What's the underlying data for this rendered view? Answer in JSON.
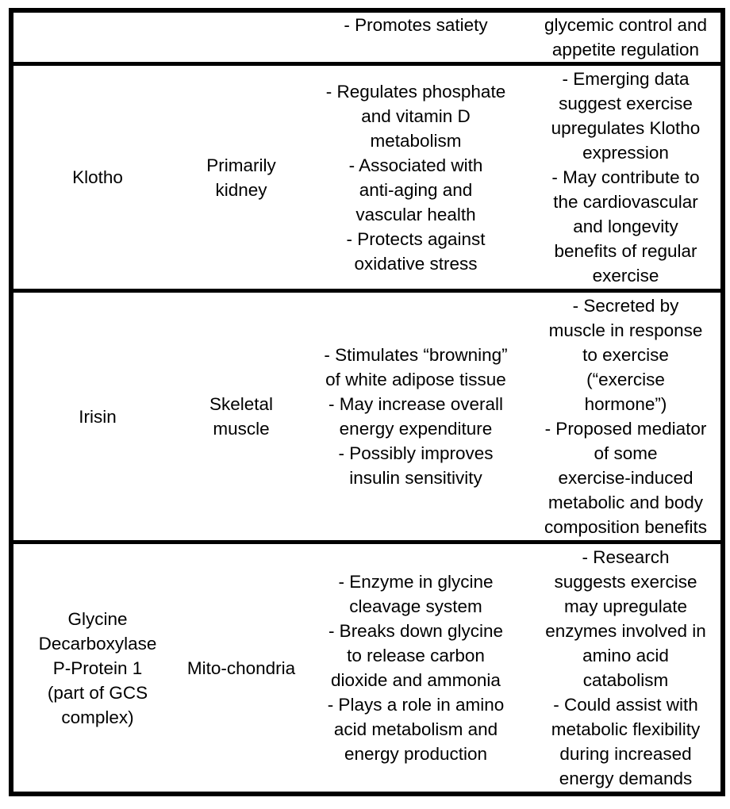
{
  "table": {
    "description_rows": [
      {
        "cells": {
          "name": "",
          "tissue": "",
          "functions": "- Promotes satiety",
          "exercise": "glycemic control and\nappetite regulation"
        }
      },
      {
        "cells": {
          "name": "Klotho",
          "tissue": "Primarily\nkidney",
          "functions": "- Regulates phosphate\nand vitamin D\nmetabolism\n- Associated with\nanti-aging and\nvascular health\n- Protects against\noxidative stress",
          "exercise": "- Emerging data\nsuggest exercise\nupregulates Klotho\nexpression\n- May contribute to\nthe cardiovascular\nand longevity\nbenefits of regular\nexercise"
        }
      },
      {
        "cells": {
          "name": "Irisin",
          "tissue": "Skeletal\nmuscle",
          "functions": "- Stimulates “browning”\nof white adipose tissue\n- May increase overall\nenergy expenditure\n- Possibly improves\ninsulin sensitivity",
          "exercise": "- Secreted by\nmuscle in response\nto exercise\n(“exercise\nhormone”)\n- Proposed mediator\nof some\nexercise-induced\nmetabolic and body\ncomposition benefits"
        }
      },
      {
        "cells": {
          "name": "Glycine\nDecarboxylase\nP-Protein 1\n(part of GCS\ncomplex)",
          "tissue": "Mito-chondria",
          "functions": "- Enzyme in glycine\ncleavage system\n- Breaks down glycine\nto release carbon\ndioxide and ammonia\n- Plays a role in amino\nacid metabolism and\nenergy production",
          "exercise": "- Research\nsuggests exercise\nmay upregulate\nenzymes involved in\namino acid\ncatabolism\n- Could assist with\nmetabolic flexibility\nduring increased\nenergy demands"
        }
      }
    ],
    "colors": {
      "border": "#000000",
      "text": "#000000",
      "background": "#ffffff"
    }
  }
}
